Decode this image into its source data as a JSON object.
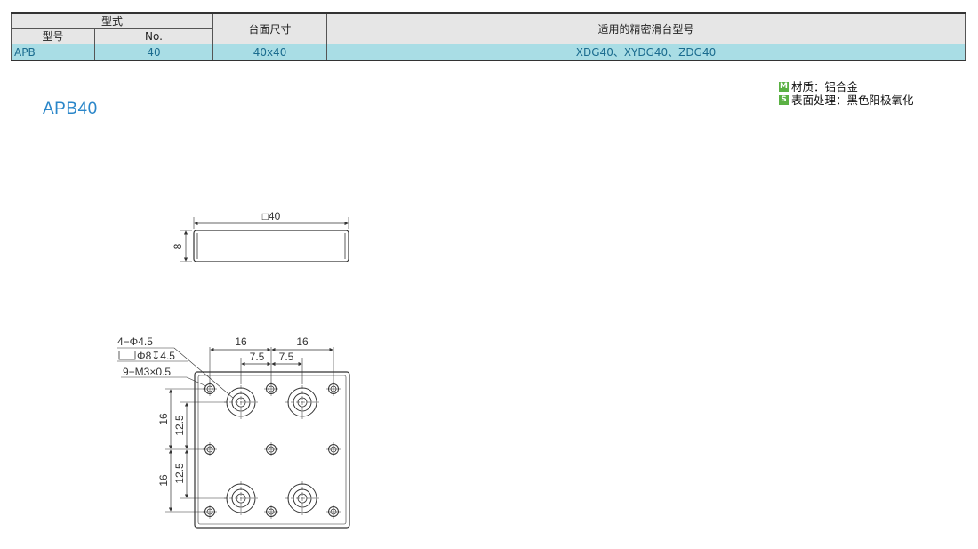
{
  "table": {
    "header_group": "型式",
    "header_model": "型号",
    "header_no": "No.",
    "header_size": "台面尺寸",
    "header_stages": "适用的精密滑台型号",
    "row": {
      "model": "APB",
      "no": "40",
      "size": "40x40",
      "stages": "XDG40、XYDG40、ZDG40"
    }
  },
  "product_title": "APB40",
  "notes": [
    {
      "badge": "M",
      "text": "材质：铝合金",
      "badge_color": "#5bb144"
    },
    {
      "badge": "S",
      "text": "表面处理：黑色阳极氧化",
      "badge_color": "#5bb144"
    }
  ],
  "side_view": {
    "width_label": "□40",
    "thickness_label": "8"
  },
  "top_view": {
    "hole_callout_1": "4−Φ4.5",
    "hole_callout_2": "Φ8↧4.5",
    "hole_callout_3": "9−M3×0.5",
    "top_dim_left": "16",
    "top_dim_right": "16",
    "inner_dim_left": "7.5",
    "inner_dim_right": "7.5",
    "left_dim_upper_outer": "16",
    "left_dim_upper_inner": "12.5",
    "left_dim_lower_outer": "16",
    "left_dim_lower_inner": "12.5"
  },
  "colors": {
    "accent_blue": "#2a86c9",
    "row_fill": "#a9dde5",
    "header_fill": "#e6e6e6",
    "badge_green": "#5bb144"
  }
}
